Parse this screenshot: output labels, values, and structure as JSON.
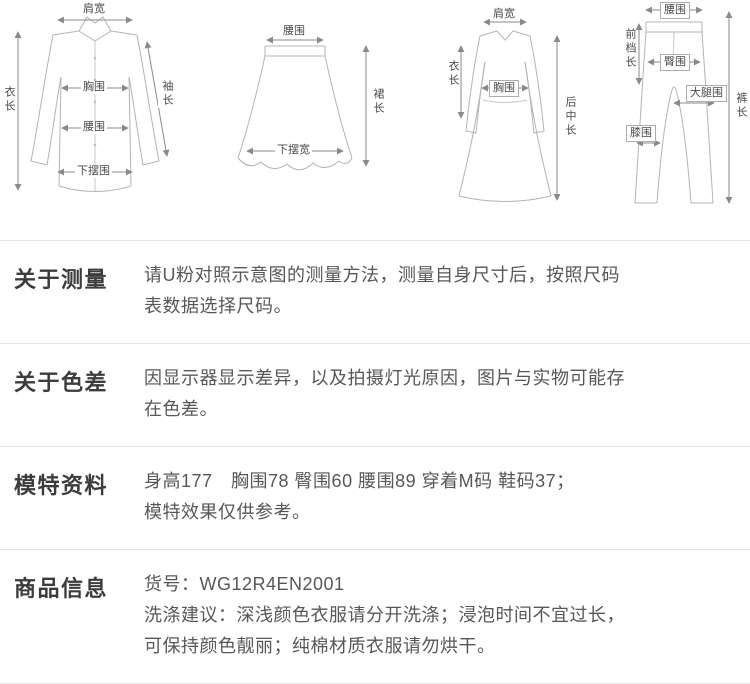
{
  "colors": {
    "outline": "#b4b4b4",
    "measure_line": "#8a8a8a",
    "label_text": "#4a4a4a",
    "title_text": "#3c3c3c",
    "body_text": "#575757",
    "divider": "#e6e6e6"
  },
  "diagrams": {
    "shirt": {
      "shoulder": "肩宽",
      "length": "衣长",
      "sleeve": "袖长",
      "chest": "胸围",
      "waist": "腰围",
      "hem": "下摆围"
    },
    "skirt": {
      "waist": "腰围",
      "length": "裙长",
      "hem_width": "下摆宽"
    },
    "dress": {
      "shoulder": "肩宽",
      "length": "衣长",
      "chest": "胸围",
      "back_center_length": "后中长"
    },
    "pants": {
      "waist": "腰围",
      "front_rise": "前档长",
      "hip": "臀围",
      "thigh": "大腿围",
      "knee": "膝围",
      "length": "裤长"
    }
  },
  "sections": [
    {
      "title": "关于测量",
      "lines": [
        "请U粉对照示意图的测量方法，测量自身尺寸后，按照尺码",
        "表数据选择尺码。"
      ]
    },
    {
      "title": "关于色差",
      "lines": [
        "因显示器显示差异，以及拍摄灯光原因，图片与实物可能存",
        "在色差。"
      ]
    },
    {
      "title": "模特资料",
      "lines": [
        "身高177　胸围78 臀围60 腰围89 穿着M码 鞋码37；",
        "模特效果仅供参考。"
      ]
    },
    {
      "title": "商品信息",
      "lines": [
        "货号：WG12R4EN2001",
        "洗涤建议：深浅颜色衣服请分开洗涤；浸泡时间不宜过长，",
        "可保持颜色靓丽；纯棉材质衣服请勿烘干。"
      ]
    }
  ]
}
